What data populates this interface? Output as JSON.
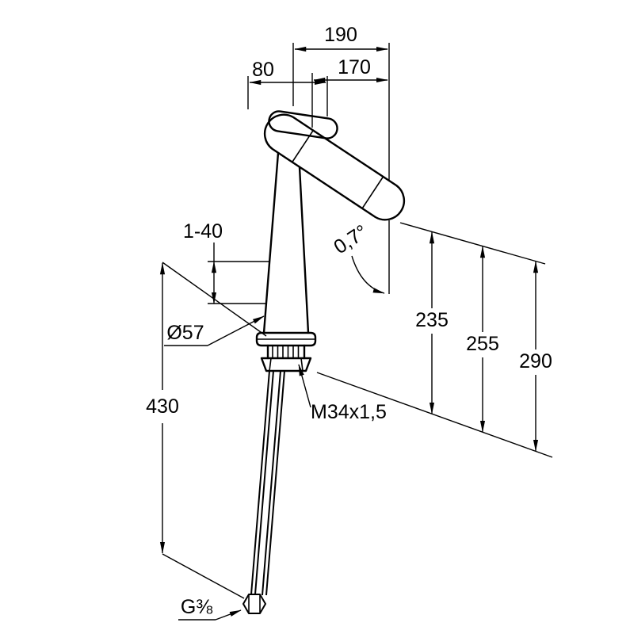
{
  "colors": {
    "line": "#000000",
    "background": "#ffffff"
  },
  "dims": {
    "d190": "190",
    "d170": "170",
    "d80": "80",
    "d1_40": "1-40",
    "angle": "0,7°",
    "d235": "235",
    "d255": "255",
    "d290": "290",
    "dia": "Ø57",
    "d430": "430",
    "thread": "M34x1,5",
    "g38": "G⅜"
  }
}
